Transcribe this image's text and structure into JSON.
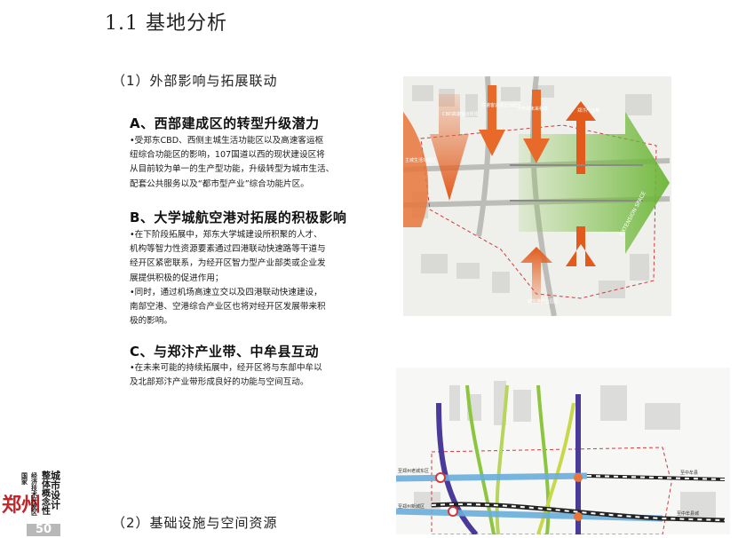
{
  "page_title": "1.1 基地分析",
  "section1": "（1）外部影响与拓展联动",
  "section2": "（2）基础设施与空间资源",
  "blockA": {
    "heading": "A、西部建成区的转型升级潜力",
    "lines": [
      "•受郑东CBD、西侧主城生活功能区以及高速客运枢",
      "纽综合功能区的影响，107国道以西的现状建设区将",
      "从目前较为单一的生产型功能，升级转型为城市生活、",
      "配套公共服务以及“都市型产业”综合功能片区。"
    ]
  },
  "blockB": {
    "heading": "B、大学城航空港对拓展的积极影响",
    "lines": [
      "•在下阶段拓展中，郑东大学城建设所积聚的人才、",
      "机构等智力性资源要素通过四港联动快速路等干道与",
      "经开区紧密联系，为经开区智力型产业部类或企业发",
      "展提供积极的促进作用；",
      "•同时，通过机场高速立交以及四港联动快速建设，",
      "南部空港、空港综合产业区也将对经开区发展带来积",
      "极的影响。"
    ]
  },
  "blockC": {
    "heading": "C、与郑汴产业带、中牟县互动",
    "lines": [
      "•在未来可能的持续拓展中，经开区将与东部中牟以",
      "及北部郑汴产业带形成良好的功能与空间互动。"
    ]
  },
  "map1": {
    "labels": [
      "CBD高速客运枢纽",
      "高速客运综合功能区",
      "大学城未来科技",
      "郑汴产业带",
      "主城生活功能区",
      "EXTENSION SPACE",
      "航空港产业园区"
    ]
  },
  "map2": {
    "labels": [
      "至郑州老城东区",
      "至郑州新城区",
      "至中牟县",
      "至中牟县城"
    ]
  },
  "logo": {
    "chars": "郑州",
    "lines": [
      "城市设计",
      "整体概念性",
      "经济技术开发区",
      "国家"
    ],
    "page_number": "50"
  }
}
